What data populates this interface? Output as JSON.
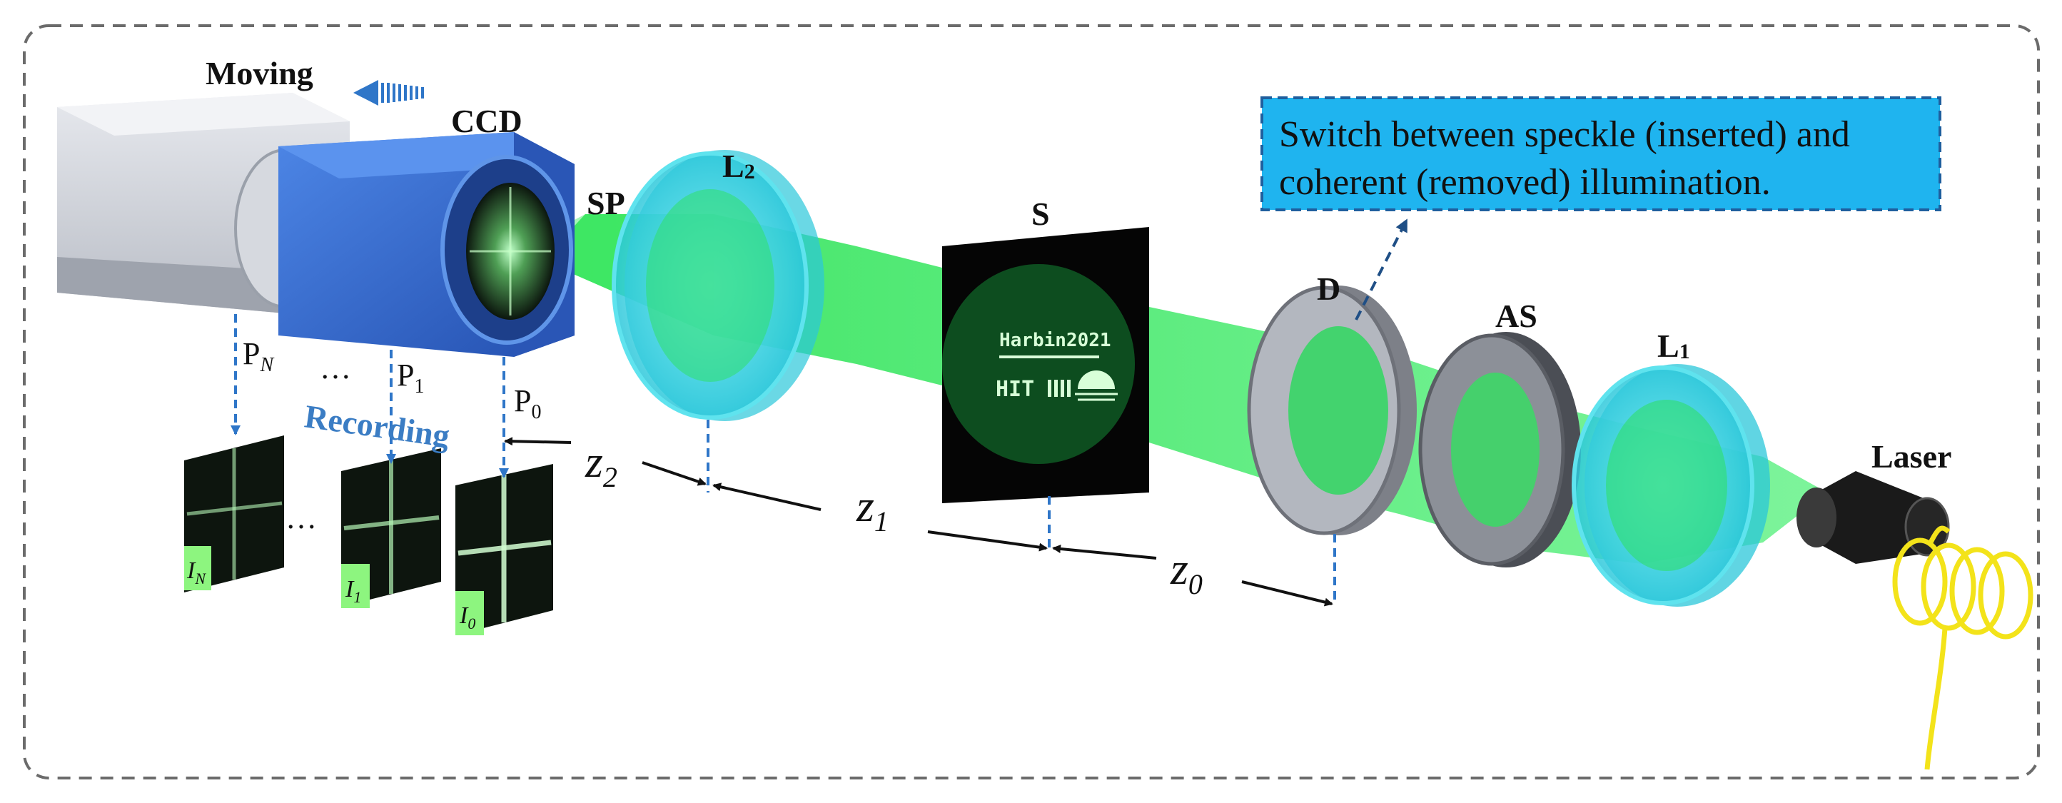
{
  "labels": {
    "moving": "Moving",
    "ccd": "CCD",
    "sp": "SP",
    "l2_main": "L",
    "l2_sub": "2",
    "s": "S",
    "d": "D",
    "as": "AS",
    "l1_main": "L",
    "l1_sub": "1",
    "laser": "Laser",
    "recording": "Recording",
    "ellipsis_planes": "…",
    "ellipsis_images": "…"
  },
  "planes": [
    {
      "main": "P",
      "sub": "N"
    },
    {
      "main": "P",
      "sub": "1"
    },
    {
      "main": "P",
      "sub": "0"
    }
  ],
  "images": [
    {
      "main": "I",
      "sub": "N"
    },
    {
      "main": "I",
      "sub": "1"
    },
    {
      "main": "I",
      "sub": "0"
    }
  ],
  "distances": [
    {
      "main": "z",
      "sub": "2"
    },
    {
      "main": "z",
      "sub": "1"
    },
    {
      "main": "z",
      "sub": "0"
    }
  ],
  "callout": {
    "line1": "Switch between speckle (inserted) and",
    "line2": "coherent (removed) illumination."
  },
  "sample": {
    "line1": "Harbin2021",
    "line2": "HIT"
  },
  "colors": {
    "frame": "#6b6b6b",
    "beam": "#22e04a",
    "callout_fill": "#1fb4ef",
    "callout_border": "#1f5f9e",
    "guide": "#2f76c8",
    "ccd_body": "#2f63c9",
    "lens": "#43d8e6"
  }
}
